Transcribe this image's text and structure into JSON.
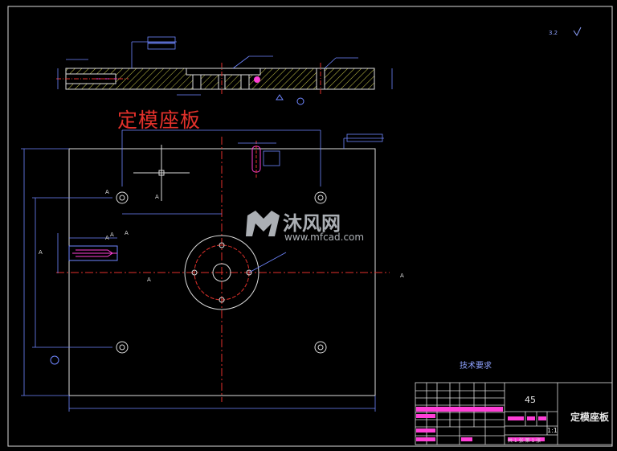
{
  "drawing": {
    "title": "定模座板",
    "watermark_text": "沐风网",
    "watermark_url": "www.mfcad.com",
    "tech_req_heading": "技术要求",
    "title_block": {
      "part_name": "定模座板",
      "material": "45",
      "scale": "1:1",
      "sheet_info": "共 1 张 第 1 张"
    },
    "section_marks": [
      "A",
      "A",
      "A",
      "A",
      "A",
      "A",
      "A",
      "A"
    ]
  },
  "colors": {
    "background": "#000000",
    "frame": "#ffffff",
    "hatch": "#c8c84a",
    "center_line": "#e2312b",
    "dimension": "#6f86ff",
    "hole_detail": "#ff3fd7",
    "title_red": "#e2312b"
  }
}
